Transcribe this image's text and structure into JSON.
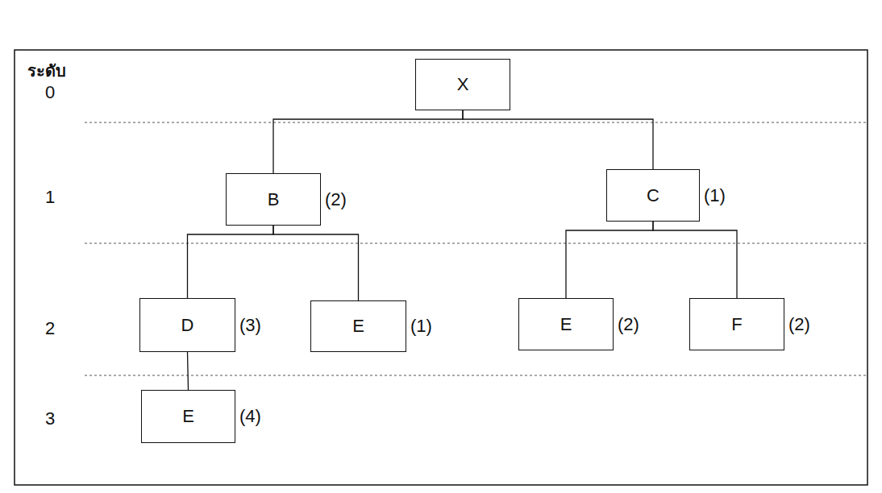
{
  "diagram": {
    "nodes": [
      {
        "text": [
          "X"
        ]
      },
      {
        "text": [
          "B",
          "(2)"
        ]
      },
      {
        "text": [
          "C",
          "(1)"
        ]
      },
      {
        "text": [
          "D",
          "(3)"
        ]
      },
      {
        "text": [
          "E",
          "(1)"
        ]
      },
      {
        "text": [
          "E",
          "(2)"
        ]
      },
      {
        "text": [
          "F",
          "(2)"
        ]
      },
      {
        "text": [
          "E",
          "(4)"
        ]
      }
    ],
    "edges": [
      {
        "from": 0,
        "to": 1,
        "arrow": "none"
      },
      {
        "from": 0,
        "to": 2,
        "arrow": "none"
      },
      {
        "from": 1,
        "to": 3,
        "arrow": "none"
      },
      {
        "from": 1,
        "to": 4,
        "arrow": "none"
      },
      {
        "from": 2,
        "to": 5,
        "arrow": "none"
      },
      {
        "from": 2,
        "to": 6,
        "arrow": "none"
      },
      {
        "from": 3,
        "to": 7,
        "arrow": "none"
      }
    ],
    "labels": [
      "ระดับ",
      "0",
      "1",
      "2",
      "3"
    ]
  }
}
